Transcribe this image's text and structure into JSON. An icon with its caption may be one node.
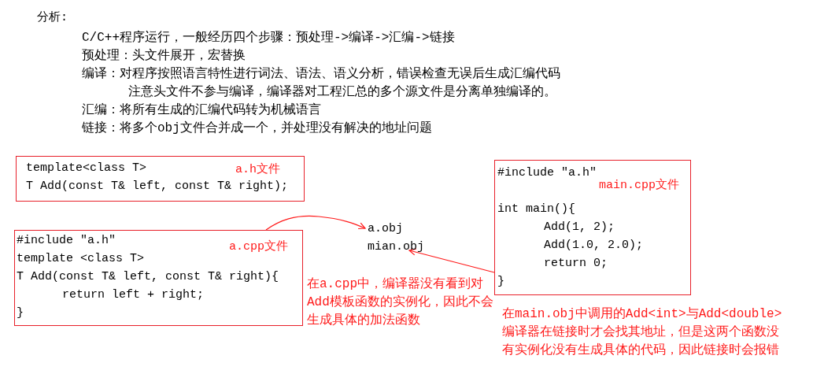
{
  "diagram": {
    "title": "分析:",
    "nodes": [
      {
        "text": [
          "template<class T>",
          "a.h文件",
          "T Add(const T& left, const T& right);"
        ]
      },
      {
        "text": [
          "#include \"a.h\"",
          "a.cpp文件",
          "template <class T>",
          "T Add(const T& left, const T& right){",
          "return left + right;",
          "}"
        ]
      },
      {
        "text": [
          "#include \"a.h\"",
          "main.cpp文件",
          "int main(){",
          "Add(1, 2);",
          "Add(1.0, 2.0);",
          "return 0;",
          "}"
        ]
      },
      {
        "text": [
          "a.obj"
        ]
      },
      {
        "text": [
          "mian.obj"
        ]
      }
    ],
    "edges": [
      {
        "from": 1,
        "to": 3,
        "arrow": "to"
      },
      {
        "from": 2,
        "to": 4,
        "arrow": "to"
      }
    ],
    "labels": [
      "C/C++程序运行，一般经历四个步骤：预处理->编译->汇编->链接",
      "预处理：头文件展开，宏替换",
      "编译：对程序按照语言特性进行词法、语法、语义分析，错误检查无误后生成汇编代码",
      "注意头文件不参与编译，编译器对工程汇总的多个源文件是分离单独编译的。",
      "汇编：将所有生成的汇编代码转为机械语言",
      "链接：将多个obj文件合并成一个，并处理没有解决的地址问题",
      "在a.cpp中，编译器没有看到对Add模板函数的实例化，因此不会生成具体的加法函数",
      "在main.obj中调用的Add<int>与Add<double>编译器在链接时才会找其地址，但是这两个函数没有实例化没有生成具体的代码，因此链接时会报错"
    ]
  }
}
